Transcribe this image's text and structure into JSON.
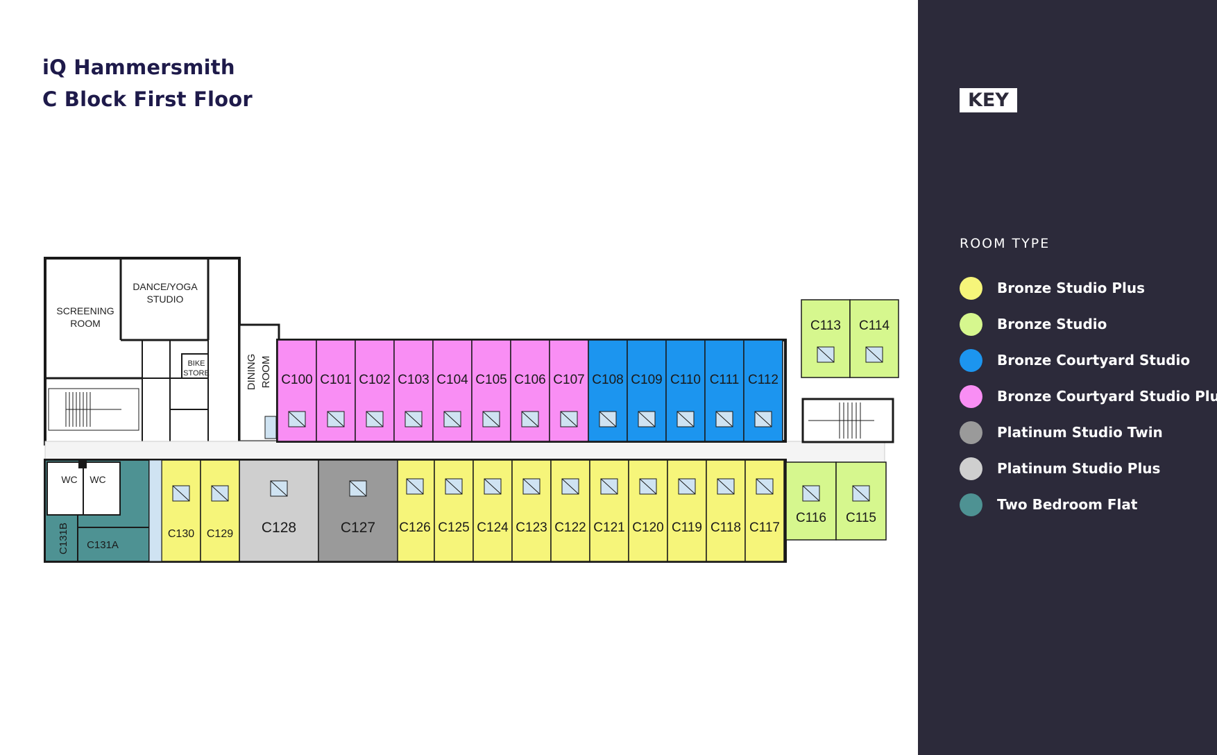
{
  "title": {
    "line1": "iQ Hammersmith",
    "line2": "C Block First Floor"
  },
  "key": {
    "label": "KEY",
    "room_type_label": "ROOM TYPE",
    "items": [
      {
        "label": "Bronze Studio Plus",
        "color": "#f6f57a"
      },
      {
        "label": "Bronze Studio",
        "color": "#d6f78e"
      },
      {
        "label": "Bronze Courtyard Studio",
        "color": "#1c95ef"
      },
      {
        "label": "Bronze Courtyard Studio Plus",
        "color": "#f98ef4"
      },
      {
        "label": "Platinum Studio Twin",
        "color": "#9a9a9a"
      },
      {
        "label": "Platinum Studio Plus",
        "color": "#cfcfcf"
      },
      {
        "label": "Two Bedroom Flat",
        "color": "#4e9293"
      }
    ]
  },
  "facilities": {
    "screening_line1": "SCREENING",
    "screening_line2": "ROOM",
    "dance_line1": "DANCE/YOGA",
    "dance_line2": "STUDIO",
    "bike_line1": "BIKE",
    "bike_line2": "STORE",
    "dining_line1": "DINING",
    "dining_line2": "ROOM",
    "wc": "WC"
  },
  "rooms": {
    "north": [
      {
        "id": "C100",
        "type": 3
      },
      {
        "id": "C101",
        "type": 3
      },
      {
        "id": "C102",
        "type": 3
      },
      {
        "id": "C103",
        "type": 3
      },
      {
        "id": "C104",
        "type": 3
      },
      {
        "id": "C105",
        "type": 3
      },
      {
        "id": "C106",
        "type": 3
      },
      {
        "id": "C107",
        "type": 3
      },
      {
        "id": "C108",
        "type": 2
      },
      {
        "id": "C109",
        "type": 2
      },
      {
        "id": "C110",
        "type": 2
      },
      {
        "id": "C111",
        "type": 2
      },
      {
        "id": "C112",
        "type": 2
      }
    ],
    "south": [
      {
        "id": "C126",
        "type": 0
      },
      {
        "id": "C125",
        "type": 0
      },
      {
        "id": "C124",
        "type": 0
      },
      {
        "id": "C123",
        "type": 0
      },
      {
        "id": "C122",
        "type": 0
      },
      {
        "id": "C121",
        "type": 0
      },
      {
        "id": "C120",
        "type": 0
      },
      {
        "id": "C119",
        "type": 0
      },
      {
        "id": "C118",
        "type": 0
      },
      {
        "id": "C117",
        "type": 0
      }
    ],
    "platinum": [
      {
        "id": "C128",
        "type": 5
      },
      {
        "id": "C127",
        "type": 4
      }
    ],
    "small_south": [
      {
        "id": "C130",
        "type": 0
      },
      {
        "id": "C129",
        "type": 0
      }
    ],
    "east_north": [
      {
        "id": "C113",
        "type": 1
      },
      {
        "id": "C114",
        "type": 1
      }
    ],
    "east_south": [
      {
        "id": "C116",
        "type": 1
      },
      {
        "id": "C115",
        "type": 1
      }
    ],
    "flat": [
      {
        "id": "C131B",
        "type": 6
      },
      {
        "id": "C131A",
        "type": 6
      }
    ]
  }
}
